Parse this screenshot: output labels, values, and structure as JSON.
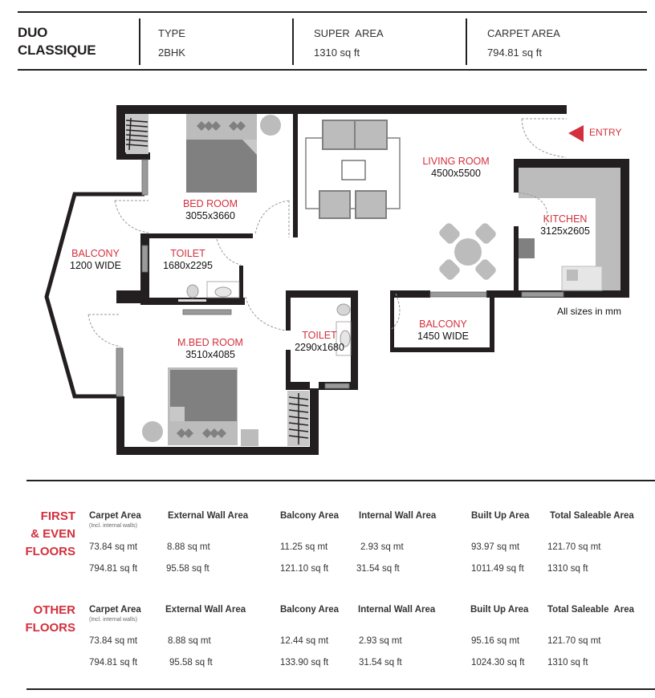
{
  "header": {
    "title_line1": "DUO",
    "title_line2": "CLASSIQUE",
    "type_label": "TYPE",
    "type_value": "2BHK",
    "super_area_label": "SUPER  AREA",
    "super_area_value": "1310 sq ft",
    "carpet_area_label": "CARPET AREA",
    "carpet_area_value": "794.81 sq ft"
  },
  "plan": {
    "entry_label": "ENTRY",
    "units_note": "All sizes in mm",
    "rooms": {
      "bedroom": {
        "name": "BED ROOM",
        "size": "3055x3660"
      },
      "living": {
        "name": "LIVING ROOM",
        "size": "4500x5500"
      },
      "kitchen": {
        "name": "KITCHEN",
        "size": "3125x2605"
      },
      "balcony_left": {
        "name": "BALCONY",
        "size": "1200 WIDE"
      },
      "toilet1": {
        "name": "TOILET",
        "size": "1680x2295"
      },
      "master_bedroom": {
        "name": "M.BED ROOM",
        "size": "3510x4085"
      },
      "toilet2": {
        "name": "TOILET",
        "size": "2290x1680"
      },
      "balcony_center": {
        "name": "BALCONY",
        "size": "1450 WIDE"
      }
    },
    "colors": {
      "wall": "#231f20",
      "accent": "#d32f3c",
      "furniture_light": "#bcbcbc",
      "furniture_dark": "#808080"
    }
  },
  "tables": [
    {
      "floor_title": [
        "FIRST",
        "& EVEN",
        "FLOORS"
      ],
      "columns": [
        {
          "header": "Carpet Area",
          "sub": "(Incl. internal walls)",
          "sq_mt": "73.84 sq mt",
          "sq_ft": "794.81 sq ft"
        },
        {
          "header": "External Wall Area",
          "sub": "",
          "sq_mt": "8.88 sq mt",
          "sq_ft": "95.58 sq ft"
        },
        {
          "header": "Balcony Area",
          "sub": "",
          "sq_mt": "11.25 sq mt",
          "sq_ft": "121.10 sq ft"
        },
        {
          "header": "Internal Wall Area",
          "sub": "",
          "sq_mt": "2.93 sq mt",
          "sq_ft": "31.54 sq ft"
        },
        {
          "header": "Built Up Area",
          "sub": "",
          "sq_mt": "93.97 sq mt",
          "sq_ft": "1011.49 sq ft"
        },
        {
          "header": "Total Saleable Area",
          "sub": "",
          "sq_mt": "121.70 sq mt",
          "sq_ft": "1310 sq ft"
        }
      ]
    },
    {
      "floor_title": [
        "OTHER",
        "FLOORS"
      ],
      "columns": [
        {
          "header": "Carpet Area",
          "sub": "(Incl. internal walls)",
          "sq_mt": "73.84 sq mt",
          "sq_ft": "794.81 sq ft"
        },
        {
          "header": "External Wall Area",
          "sub": "",
          "sq_mt": "8.88 sq mt",
          "sq_ft": "95.58 sq ft"
        },
        {
          "header": "Balcony Area",
          "sub": "",
          "sq_mt": "12.44 sq mt",
          "sq_ft": "133.90 sq ft"
        },
        {
          "header": "Internal Wall Area",
          "sub": "",
          "sq_mt": "2.93 sq mt",
          "sq_ft": "31.54 sq ft"
        },
        {
          "header": "Built Up Area",
          "sub": "",
          "sq_mt": "95.16 sq mt",
          "sq_ft": "1024.30 sq ft"
        },
        {
          "header": "Total Saleable  Area",
          "sub": "",
          "sq_mt": "121.70 sq mt",
          "sq_ft": "1310 sq ft"
        }
      ]
    }
  ]
}
